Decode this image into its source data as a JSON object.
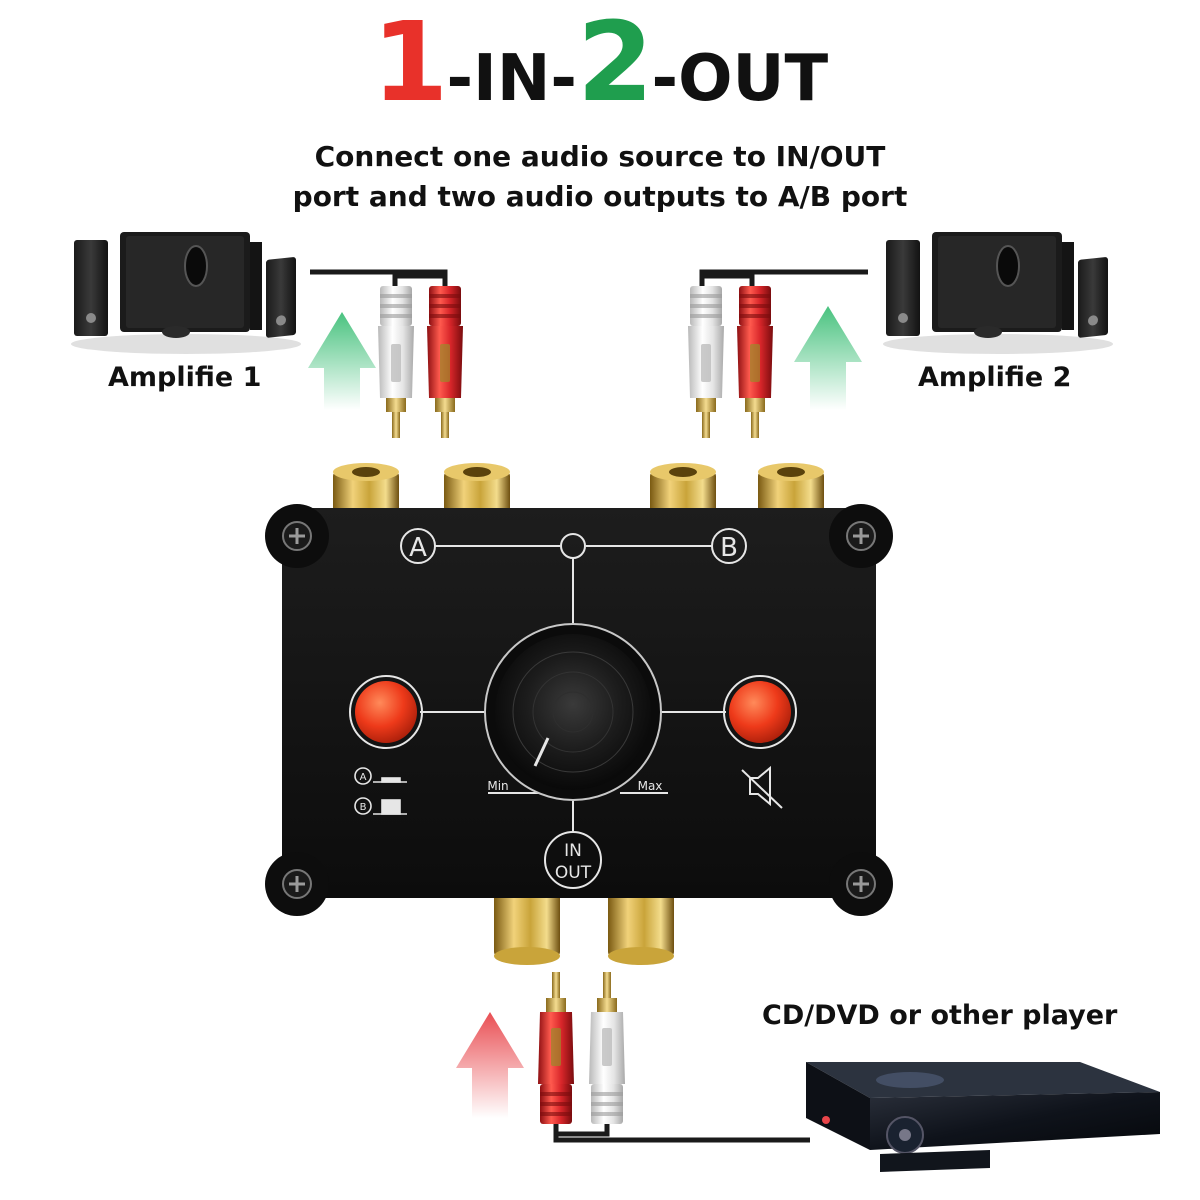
{
  "headline": {
    "num1": "1",
    "sep1": "-IN-",
    "num2": "2",
    "sep2": "-OUT",
    "num1_color": "#e8312a",
    "num2_color": "#1f9e4e"
  },
  "subtitle": {
    "line1": "Connect one audio source to IN/OUT",
    "line2": "port and two audio outputs to A/B port"
  },
  "labels": {
    "amp1": "Amplifie 1",
    "amp2": "Amplifie 2",
    "player": "CD/DVD or other player"
  },
  "device": {
    "port_a": "A",
    "port_b": "B",
    "knob_min": "Min",
    "knob_max": "Max",
    "inout_in": "IN",
    "inout_out": "OUT",
    "legend_a": "A",
    "legend_b": "B",
    "mute_icon": "speaker-mute-icon",
    "button_color": "#ee3a1a"
  },
  "colors": {
    "arrow_up_green": "#3fbf78",
    "arrow_up_red": "#e8454a",
    "plug_red": "#d8262a",
    "plug_white": "#f2f2f2",
    "gold": "#c9a43a"
  }
}
